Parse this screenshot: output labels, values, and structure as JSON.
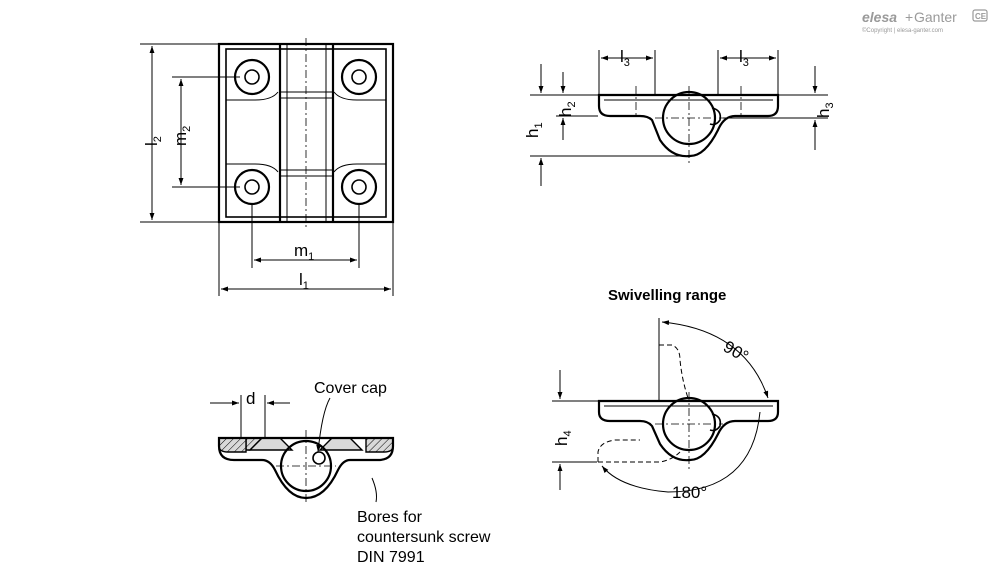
{
  "logo": {
    "brand_a": "elesa",
    "plus": "+",
    "brand_b": "Ganter",
    "copyright": "©Copyright | elesa-ganter.com",
    "ce_mark": "CE"
  },
  "labels": {
    "l1": "l",
    "l1_sub": "1",
    "l2": "l",
    "l2_sub": "2",
    "l3a": "l",
    "l3a_sub": "3",
    "l3b": "l",
    "l3b_sub": "3",
    "m1": "m",
    "m1_sub": "1",
    "m2": "m",
    "m2_sub": "2",
    "h1": "h",
    "h1_sub": "1",
    "h2": "h",
    "h2_sub": "2",
    "h3": "h",
    "h3_sub": "3",
    "h4": "h",
    "h4_sub": "4",
    "d": "d"
  },
  "annotations": {
    "cover_cap": "Cover cap",
    "bores_line1": "Bores for",
    "bores_line2": "countersunk screw",
    "bores_line3": "DIN 7991"
  },
  "swivel": {
    "title": "Swivelling range",
    "angle_90": "90°",
    "angle_180": "180°"
  }
}
